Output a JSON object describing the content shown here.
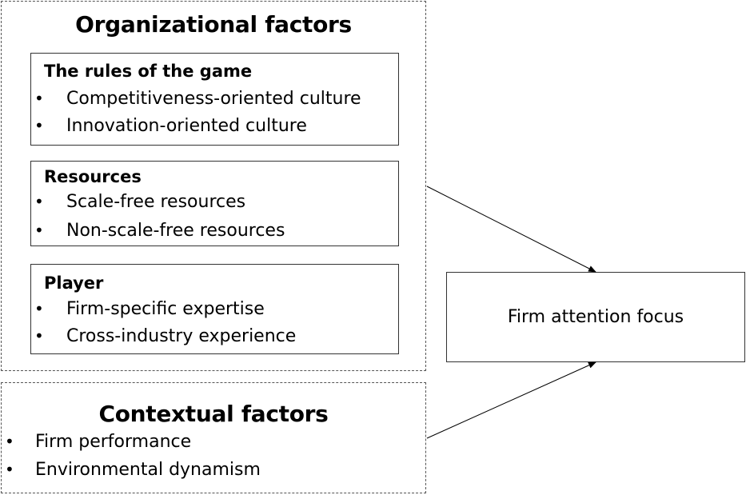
{
  "organizational": {
    "title": "Organizational factors",
    "groups": [
      {
        "title": "The rules of the game",
        "items": [
          "Competitiveness-oriented culture",
          "Innovation-oriented culture"
        ]
      },
      {
        "title": "Resources",
        "items": [
          "Scale-free resources",
          "Non-scale-free resources"
        ]
      },
      {
        "title": "Player",
        "items": [
          "Firm-specific expertise",
          "Cross-industry experience"
        ]
      }
    ]
  },
  "contextual": {
    "title": "Contextual factors",
    "items": [
      "Firm performance",
      "Environmental dynamism"
    ]
  },
  "outcome": {
    "label": "Firm attention focus"
  },
  "bullet_glyph": "•"
}
